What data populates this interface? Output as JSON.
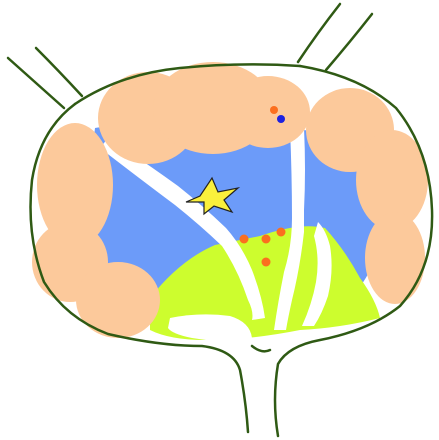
{
  "diagram": {
    "colors": {
      "background": "#ffffff",
      "outline": "#2f5a14",
      "lobe": "#fcc99b",
      "blue_region": "#6c9bf9",
      "green_region": "#cdfd2e",
      "gap": "#ffffff",
      "star": "#faf03c",
      "star_stroke": "#222222",
      "dot_orange": "#fb6f1f",
      "dot_blue": "#1d22e0"
    },
    "markers": {
      "star": {
        "count": 1,
        "shape": "star"
      },
      "orange_dots": {
        "count": 5
      },
      "blue_dots": {
        "count": 1
      }
    }
  }
}
